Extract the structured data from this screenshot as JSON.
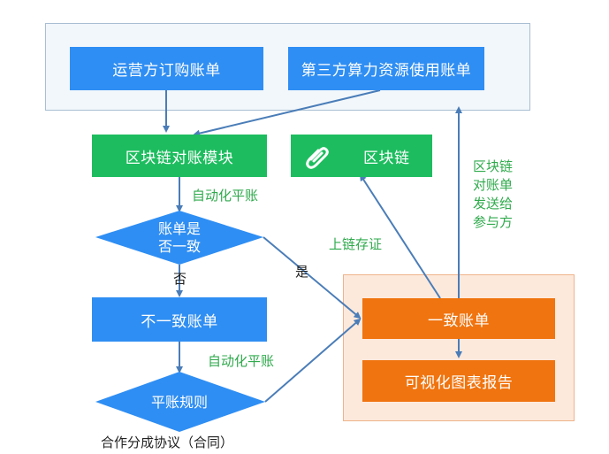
{
  "top": {
    "box1": "运营方订购账单",
    "box2": "第三方算力资源使用账单"
  },
  "green": {
    "module": "区块链对账模块",
    "chain": "区块链"
  },
  "labels": {
    "auto_balance_1": "自动化平账",
    "auto_balance_2": "自动化平账",
    "onchain": "上链存证",
    "send_line1": "区块链",
    "send_line2": "对账单",
    "send_line3": "发送给",
    "send_line4": "参与方",
    "yes": "是",
    "no": "否",
    "agreement": "合作分成协议（合同）"
  },
  "diamonds": {
    "check_line1": "账单是",
    "check_line2": "否一致",
    "rule": "平账规则"
  },
  "blue_boxes": {
    "inconsistent": "不一致账单"
  },
  "orange": {
    "consistent": "一致账单",
    "report": "可视化图表报告"
  },
  "icons": {
    "chain_icon": "paperclip-icon"
  },
  "colors": {
    "blue": "#2f8ef3",
    "green": "#1dbd5f",
    "orange": "#f0740f",
    "arrow": "#4a7db8",
    "label_green": "#2faa4c"
  }
}
